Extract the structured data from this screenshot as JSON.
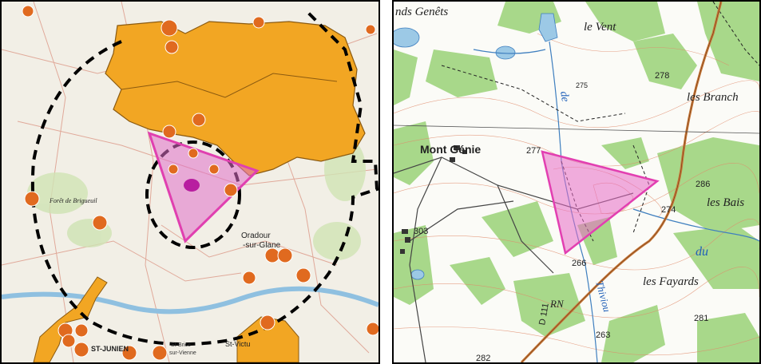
{
  "left_map": {
    "places": {
      "forest": "Forêt de Brigueuil",
      "oradour_1": "Oradour",
      "oradour_2": "-sur-Glane",
      "saint_junien": "ST-JUNIEN",
      "saint_victurnien": "St-Victu",
      "saint_brice": "St-Brice",
      "sur_vienne": "sur-Vienne"
    },
    "colors": {
      "protected_zone": "#f2a623",
      "triangle": "#e040b0",
      "monument": "#e06a1f",
      "buffer_line": "#000000"
    },
    "icons": [
      "monument-icon",
      "dashed-buffer-circle",
      "pink-triangle-site"
    ]
  },
  "right_map": {
    "places": {
      "grands_genets": "nds Genêts",
      "le_vent": "le Vent",
      "mont_genie": "Mont Génie",
      "les_branches": "les Branch",
      "les_bais": "les Bais",
      "les_fayards": "les Fayards",
      "river_de": "de",
      "river_du": "du",
      "river_thivioux": "Thiviou",
      "rn": "RN",
      "d111": "D 111"
    },
    "elevations": {
      "e278": "278",
      "e275": "275",
      "e277": "277",
      "e286": "286",
      "e274": "274",
      "e303": "303",
      "e266": "266",
      "e263": "263",
      "e281": "281",
      "e282": "282"
    },
    "colors": {
      "forest": "#a8d88a",
      "water": "#9cc9e6",
      "triangle": "#e23fb1",
      "road": "#c8793a"
    }
  }
}
